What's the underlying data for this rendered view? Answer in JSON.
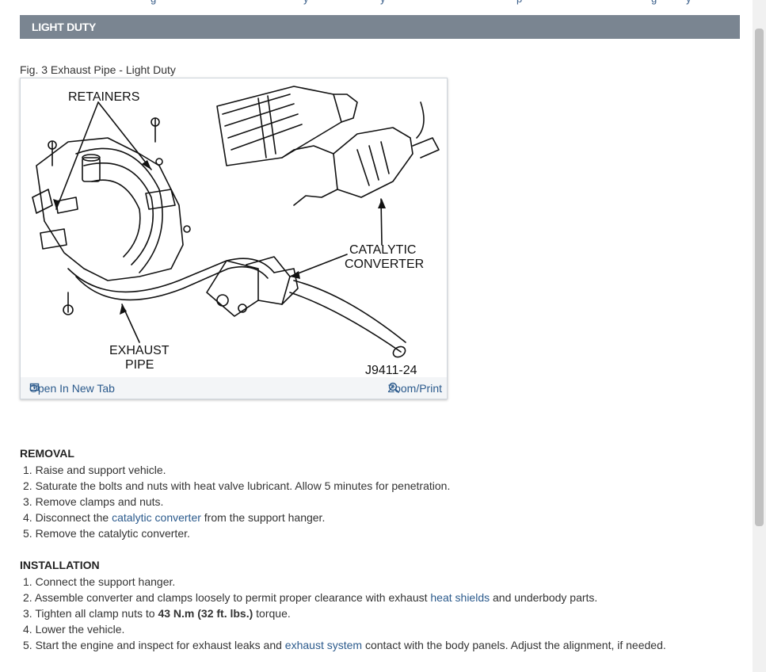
{
  "section_header": "LIGHT DUTY",
  "figure": {
    "caption": "Fig. 3 Exhaust Pipe - Light Duty",
    "labels": {
      "retainers": "RETAINERS",
      "catalytic_line1": "CATALYTIC",
      "catalytic_line2": "CONVERTER",
      "exhaust_line1": "EXHAUST",
      "exhaust_line2": "PIPE",
      "code": "J9411-24"
    },
    "open_new_tab": "Open In New Tab",
    "zoom_print": "Zoom/Print",
    "icons": {
      "open": "open-new-tab-icon",
      "zoom": "zoom-in-icon"
    }
  },
  "removal": {
    "title": "REMOVAL",
    "steps": [
      {
        "num": "1.",
        "text": "Raise and support vehicle."
      },
      {
        "num": "2.",
        "text": "Saturate the bolts and nuts with heat valve lubricant. Allow 5 minutes for penetration."
      },
      {
        "num": "3.",
        "text": "Remove clamps and nuts."
      },
      {
        "num": "4.",
        "pre": "Disconnect the ",
        "link": "catalytic converter",
        "post": " from the support hanger."
      },
      {
        "num": "5.",
        "text": "Remove the catalytic converter."
      }
    ]
  },
  "installation": {
    "title": "INSTALLATION",
    "steps": [
      {
        "num": "1.",
        "text": "Connect the support hanger."
      },
      {
        "num": "2.",
        "pre": "Assemble converter and clamps loosely to permit proper clearance with exhaust ",
        "link": "heat shields",
        "post": " and underbody parts."
      },
      {
        "num": "3.",
        "pre": "Tighten all clamp nuts to ",
        "bold": "43 N.m (32 ft. lbs.)",
        "post": " torque."
      },
      {
        "num": "4.",
        "text": "Lower the vehicle."
      },
      {
        "num": "5.",
        "pre": "Start the engine and inspect for exhaust leaks and ",
        "link": "exhaust system",
        "post": " contact with the body panels. Adjust the alignment, if needed."
      }
    ]
  },
  "colors": {
    "header_bg": "#7a8591",
    "link": "#2b5a8c",
    "footer_bg": "#f3f5f7"
  }
}
